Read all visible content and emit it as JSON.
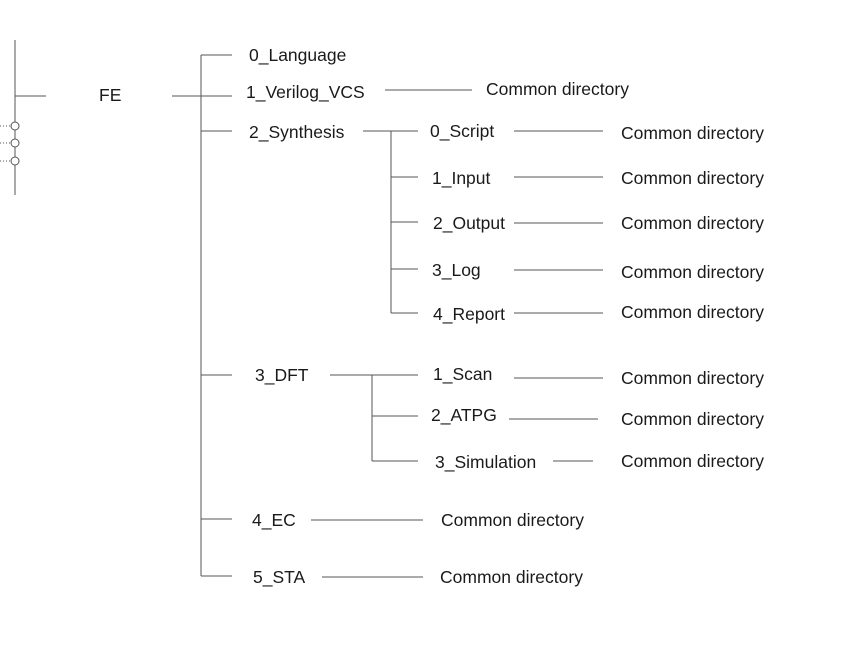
{
  "tree": {
    "root": "FE",
    "level1": [
      "0_Language",
      "1_Verilog_VCS",
      "2_Synthesis",
      "3_DFT",
      "4_EC",
      "5_STA"
    ],
    "synthesis_children": [
      "0_Script",
      "1_Input",
      "2_Output",
      "3_Log",
      "4_Report"
    ],
    "dft_children": [
      "1_Scan",
      "2_ATPG",
      "3_Simulation"
    ],
    "leaf_label": "Common directory"
  }
}
